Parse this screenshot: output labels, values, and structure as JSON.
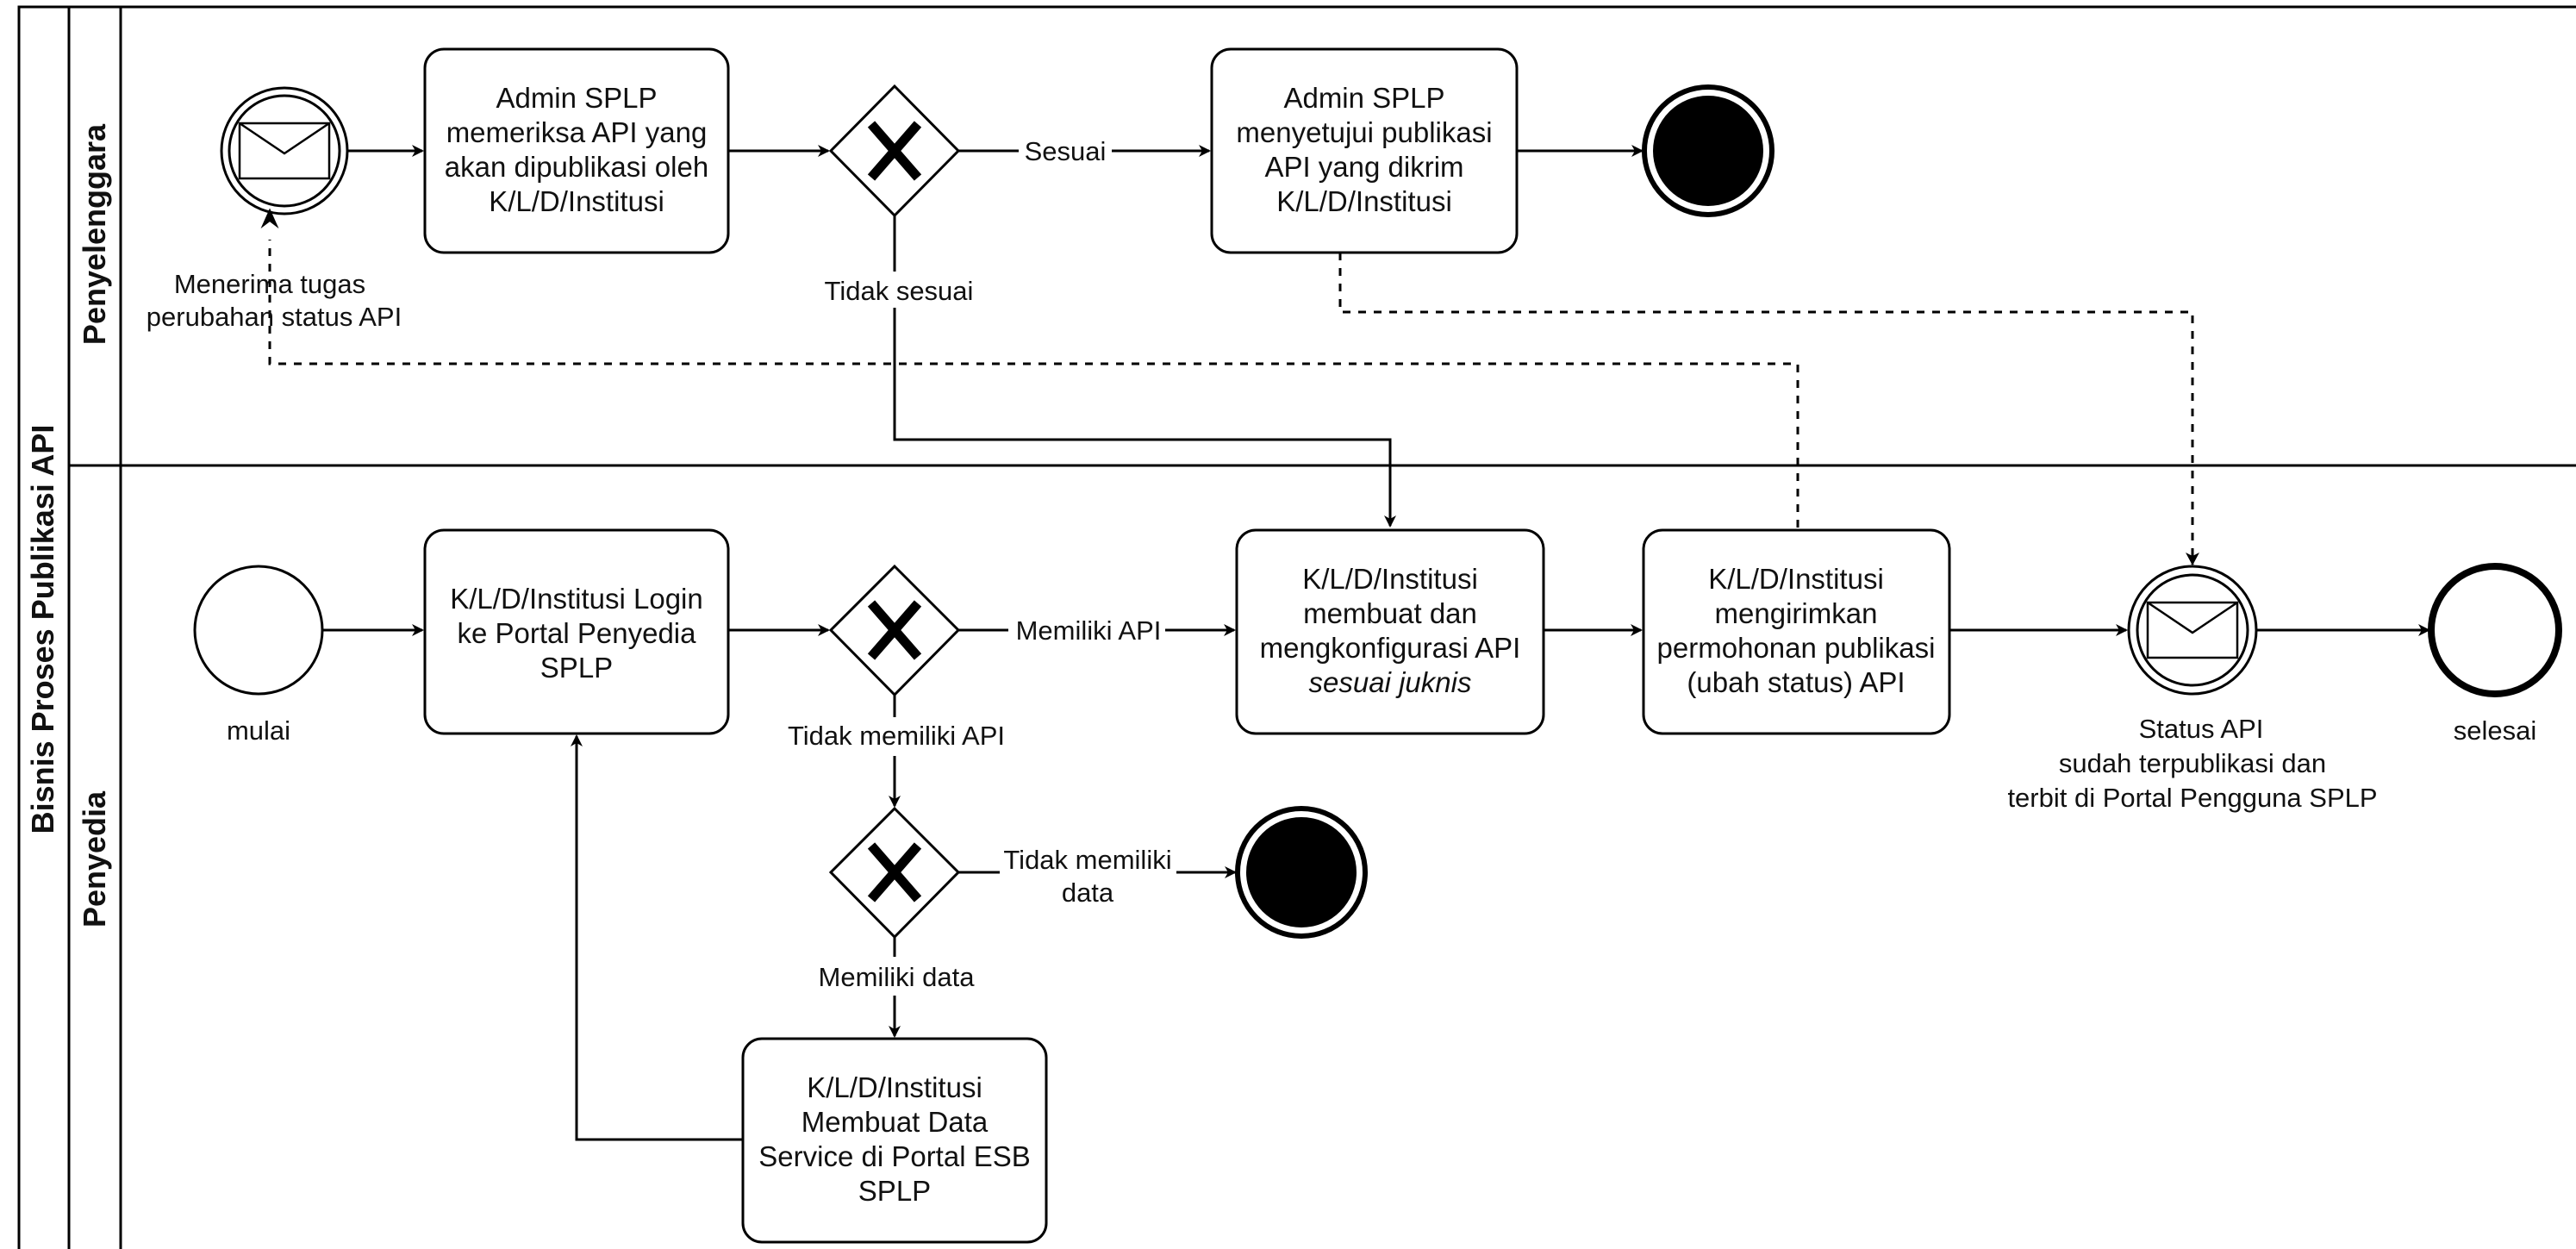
{
  "pool": {
    "title": "Bisnis Proses Publikasi API"
  },
  "lanes": {
    "penyelenggara": "Penyelenggara",
    "penyedia": "Penyedia"
  },
  "tasks": {
    "admin_memeriksa": [
      "Admin SPLP",
      "memeriksa API yang",
      "akan dipublikasi oleh",
      "K/L/D/Institusi"
    ],
    "admin_menyetujui": [
      "Admin SPLP",
      "menyetujui publikasi",
      "API yang dikrim",
      "K/L/D/Institusi"
    ],
    "login_portal": [
      "K/L/D/Institusi Login",
      "ke Portal Penyedia",
      "SPLP"
    ],
    "membuat_konfigurasi": [
      "K/L/D/Institusi",
      "membuat dan",
      "mengkonfigurasi API",
      "sesuai juknis"
    ],
    "mengirimkan_permohonan": [
      "K/L/D/Institusi",
      "mengirimkan",
      "permohonan publikasi",
      "(ubah status) API"
    ],
    "membuat_data_service": [
      "K/L/D/Institusi",
      "Membuat Data",
      "Service di Portal ESB",
      "SPLP"
    ]
  },
  "labels": {
    "menerima_tugas": [
      "Menerima tugas",
      "perubahan status API"
    ],
    "sesuai": "Sesuai",
    "tidak_sesuai": "Tidak sesuai",
    "mulai": "mulai",
    "memiliki_api": "Memiliki API",
    "tidak_memiliki_api": "Tidak memiliki  API",
    "tidak_memiliki_data": [
      "Tidak memiliki",
      "data"
    ],
    "memiliki_data": "Memiliki data",
    "status_api": [
      "Status API",
      "sudah terpublikasi dan",
      "terbit di Portal Pengguna SPLP"
    ],
    "selesai": "selesai"
  },
  "colors": {
    "stroke": "#000000",
    "fill": "#ffffff",
    "end_fill": "#000000"
  }
}
